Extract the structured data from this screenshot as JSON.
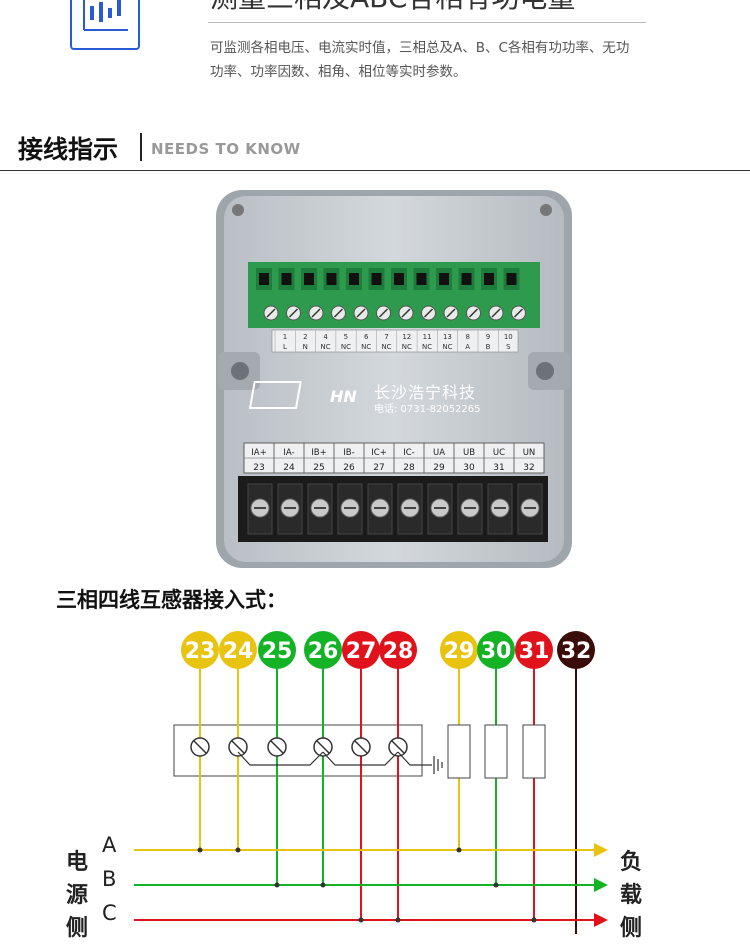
{
  "header": {
    "heading_partial": "测量三相及ABC各相有功电量",
    "description": "可监测各相电压、电流实时值，三相总及A、B、C各相有功功率、无功功率、功率因数、相角、相位等实时参数。"
  },
  "section": {
    "title": "接线指示",
    "subtitle": "NEEDS TO KNOW"
  },
  "device": {
    "brand": "长沙浩宁科技",
    "phone": "电话: 0731-82052265",
    "top_terminals": {
      "numbers": [
        "1",
        "2",
        "4",
        "5",
        "6",
        "7",
        "12",
        "11",
        "13",
        "8",
        "9",
        "10"
      ],
      "labels": [
        "L",
        "N",
        "NC",
        "NC",
        "NC",
        "NC",
        "NC",
        "NC",
        "NC",
        "A",
        "B",
        "S"
      ]
    },
    "bottom_terminals": {
      "labels": [
        "IA+",
        "IA-",
        "IB+",
        "IB-",
        "IC+",
        "IC-",
        "UA",
        "UB",
        "UC",
        "UN"
      ],
      "numbers": [
        "23",
        "24",
        "25",
        "26",
        "27",
        "28",
        "29",
        "30",
        "31",
        "32"
      ]
    }
  },
  "diagram": {
    "title": "三相四线互感器接入式：",
    "terminals": [
      {
        "num": "23",
        "color": "#e8c410"
      },
      {
        "num": "24",
        "color": "#e8c410"
      },
      {
        "num": "25",
        "color": "#14b326"
      },
      {
        "num": "26",
        "color": "#14b326"
      },
      {
        "num": "27",
        "color": "#e0121b"
      },
      {
        "num": "28",
        "color": "#e0121b"
      },
      {
        "num": "29",
        "color": "#e8c410"
      },
      {
        "num": "30",
        "color": "#14b326"
      },
      {
        "num": "31",
        "color": "#e0121b"
      },
      {
        "num": "32",
        "color": "#3a0d08"
      }
    ],
    "phases": [
      "A",
      "B",
      "C"
    ],
    "source_label": "电源侧",
    "load_label": "负载侧"
  }
}
